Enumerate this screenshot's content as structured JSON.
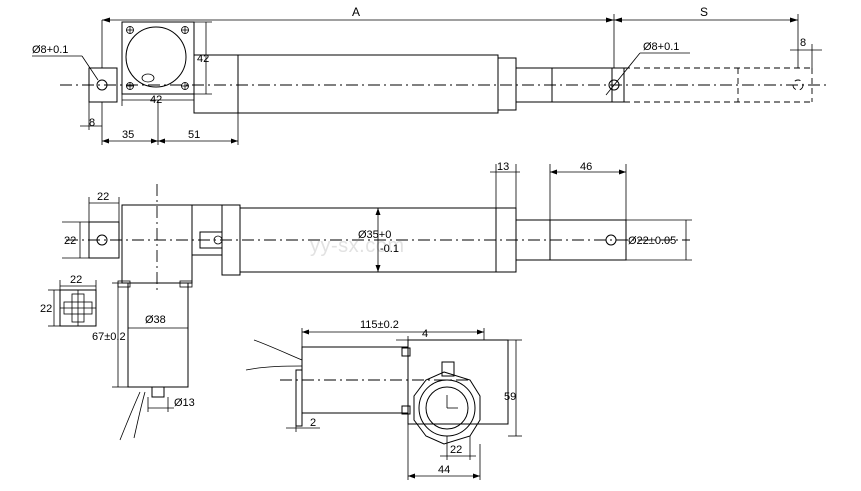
{
  "watermark": "yy-sx.com",
  "top_view": {
    "dim_A": "A",
    "dim_S": "S",
    "hole_left": "Ø8+0.1",
    "hole_right": "Ø8+0.1",
    "end_8_right": "8",
    "end_8_left": "8",
    "motor_w": "42",
    "motor_h": "42",
    "dim_35": "35",
    "dim_51": "51"
  },
  "side_view": {
    "dim_22_top": "22",
    "dim_22_left": "22",
    "dim_13": "13",
    "dim_46": "46",
    "tube_dia_a": "Ø35+0",
    "tube_dia_b": "-0.1",
    "rod_dia": "Ø22±0.05",
    "motor_dia": "Ø38",
    "motor_len": "67±0.2",
    "shaft_dia": "Ø13"
  },
  "flange_detail": {
    "w": "22",
    "h": "22"
  },
  "end_view": {
    "len": "115±0.2",
    "dim_4": "4",
    "dim_2": "2",
    "dim_59": "59",
    "dim_44": "44",
    "dim_22": "22"
  }
}
